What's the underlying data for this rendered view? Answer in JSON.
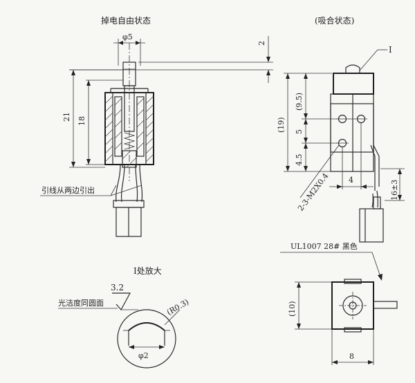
{
  "titles": {
    "release_state": "掉电自由状态",
    "pull_state": "(吸合状态)",
    "detail": "I处放大",
    "detail_marker": "I"
  },
  "dimensions": {
    "phi5": "φ5",
    "d2": "2",
    "d21": "21",
    "d18": "18",
    "d19": "(19)",
    "d95": "(9.5)",
    "d5": "5",
    "d45": "4.5",
    "d4": "4",
    "d16": "16±3",
    "thread": "2-3-M2X0.4",
    "d10": "(10)",
    "d8": "8",
    "phi2": "φ2",
    "r03": "(R0.3)",
    "rough": "3.2"
  },
  "notes": {
    "lead_out": "引线从两边引出",
    "wire": "UL1007 28# 黑色",
    "finish": "光洁度同圆面"
  }
}
